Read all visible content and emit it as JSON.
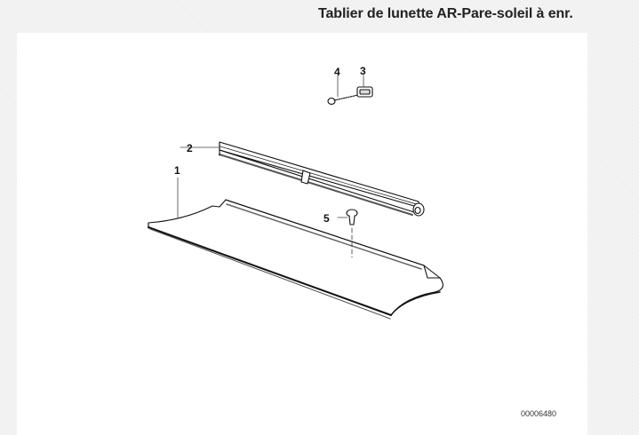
{
  "header": {
    "title": "Tablier de lunette AR-Pare-soleil à enr."
  },
  "diagram": {
    "id_label": "00006480",
    "callouts": [
      {
        "number": "1",
        "part": "rear-window-shelf-panel"
      },
      {
        "number": "2",
        "part": "sunblind-roller-housing"
      },
      {
        "number": "3",
        "part": "clip-nut"
      },
      {
        "number": "4",
        "part": "screw"
      },
      {
        "number": "5",
        "part": "expanding-rivet"
      }
    ]
  }
}
